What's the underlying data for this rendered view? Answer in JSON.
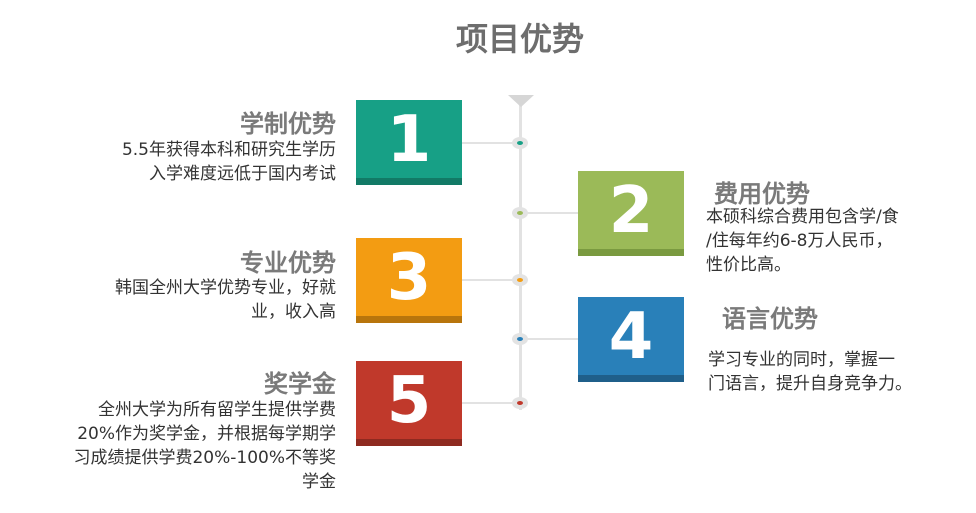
{
  "title": "项目优势",
  "items": [
    {
      "number": "1",
      "heading": "学制优势",
      "lines": [
        "5.5年获得本科和研究生学历",
        "入学难度远低于国内考试"
      ],
      "color": "#17a086",
      "shade": "#127a66"
    },
    {
      "number": "2",
      "heading": "费用优势",
      "lines": [
        "本硕科综合费用包含学/食",
        "/住每年约6-8万人民币，",
        "性价比高。"
      ],
      "color": "#9bba58",
      "shade": "#7a9a40"
    },
    {
      "number": "3",
      "heading": "专业优势",
      "lines": [
        "韩国全州大学优势专业，好就",
        "业，收入高"
      ],
      "color": "#f39c12",
      "shade": "#b8750c"
    },
    {
      "number": "4",
      "heading": "语言优势",
      "lines": [
        "学习专业的同时，掌握一",
        "门语言，提升自身竞争力。"
      ],
      "color": "#2980b9",
      "shade": "#1f5f8a"
    },
    {
      "number": "5",
      "heading": "奖学金",
      "lines": [
        "全州大学为所有留学生提供学费",
        "20%作为奖学金，并根据每学期学",
        "习成绩提供学费20%-100%不等奖",
        "学金"
      ],
      "color": "#c0392b",
      "shade": "#8e2a20"
    }
  ]
}
